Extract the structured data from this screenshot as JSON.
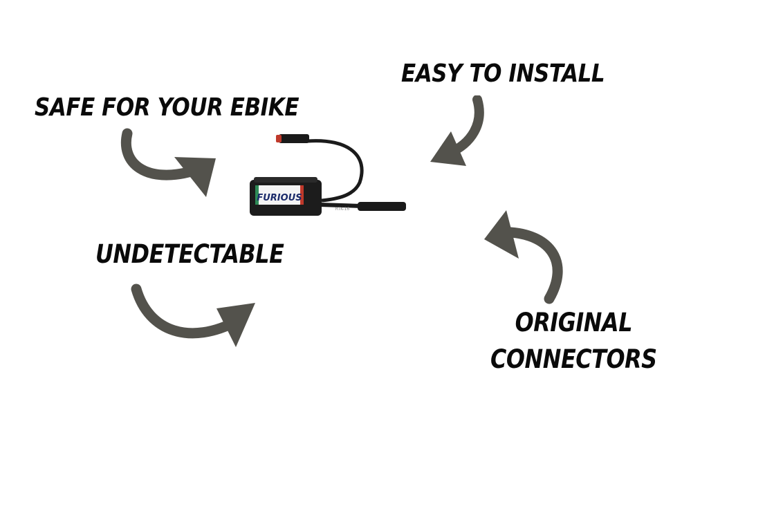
{
  "labels": {
    "safe": "SAFE FOR YOUR EBIKE",
    "easy": "EASY TO INSTALL",
    "undetectable": "UNDETECTABLE",
    "original_line1": "ORIGINAL",
    "original_line2": "CONNECTORS"
  },
  "product": {
    "brand_label": "FURIOUS",
    "cable_print": "RTK-16"
  },
  "colors": {
    "arrow": "#53524c",
    "text": "#0a0a0a",
    "background": "#ffffff"
  },
  "icons": [
    "curved-arrow-icon",
    "curved-arrow-icon",
    "curved-arrow-icon",
    "curved-arrow-icon"
  ]
}
